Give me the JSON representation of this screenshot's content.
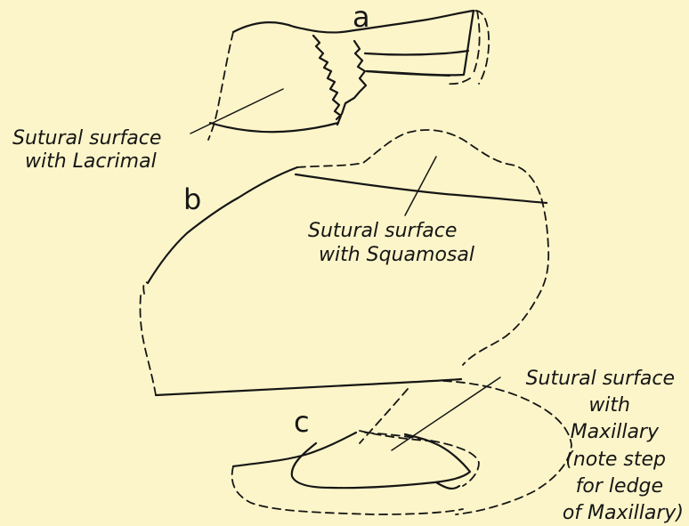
{
  "figure": {
    "part_a": {
      "letter": "a"
    },
    "part_b": {
      "letter": "b"
    },
    "part_c": {
      "letter": "c"
    },
    "label_lacrimal": {
      "lines": [
        "Sutural surface",
        "with Lacrimal"
      ]
    },
    "label_squamosal": {
      "lines": [
        "Sutural surface",
        "with Squamosal"
      ]
    },
    "label_maxillary": {
      "lines": [
        "Sutural surface",
        "with",
        "Maxillary",
        "(note step",
        "for ledge",
        "of Maxillary)"
      ]
    }
  },
  "colors": {
    "background": "#fcf5c9",
    "ink": "#161616"
  }
}
